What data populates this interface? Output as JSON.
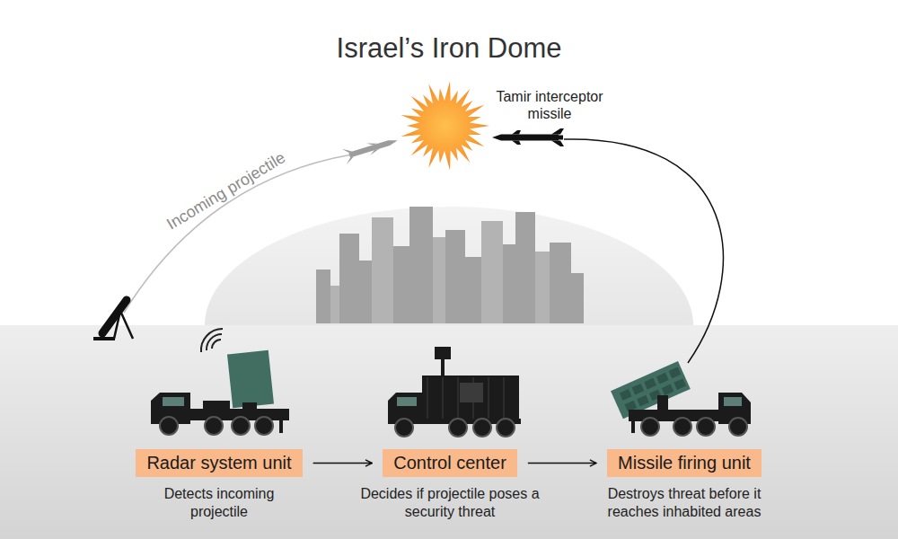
{
  "diagram": {
    "title": "Israel’s Iron Dome",
    "nodes": [
      {
        "text": [
          "Radar system unit",
          "Detects incoming projectile"
        ]
      },
      {
        "text": [
          "Control center",
          "Decides if projectile poses a security threat"
        ]
      },
      {
        "text": [
          "Missile firing unit",
          "Destroys threat before it reaches inhabited areas"
        ]
      }
    ],
    "edges": [
      {
        "from": 0,
        "to": 1,
        "arrow": "to"
      },
      {
        "from": 1,
        "to": 2,
        "arrow": "to"
      }
    ],
    "labels": [
      "Incoming projectile",
      "Tamir interceptor missile"
    ]
  }
}
